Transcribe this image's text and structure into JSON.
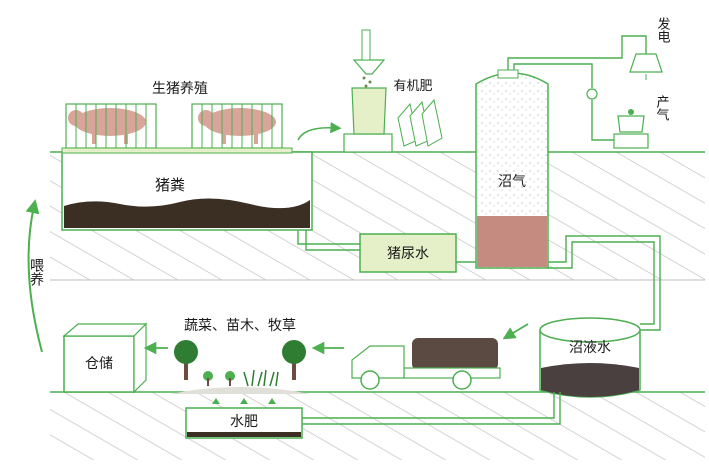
{
  "labels": {
    "pig_farming": "生猪养殖",
    "manure": "猪粪",
    "organic_fertilizer": "有机肥",
    "biogas": "沼气",
    "pig_urine_water": "猪尿水",
    "power_generation": "发电",
    "gas_supply": "产气",
    "feed": "喂养",
    "storage": "仓储",
    "crops": "蔬菜、苗木、牧草",
    "biogas_slurry": "沼液水",
    "water_fertilizer": "水肥"
  },
  "colors": {
    "line": "#4caf50",
    "ground_hatch": "#c9c9c9",
    "manure": "#3b2f24",
    "digester_liquid": "#c58a80",
    "slurry_liquid": "#4a4040",
    "urine_box": "#e6f0c8",
    "pig": "#d9a59a",
    "tree": "#2e7d32",
    "trunk": "#6d4c41"
  }
}
